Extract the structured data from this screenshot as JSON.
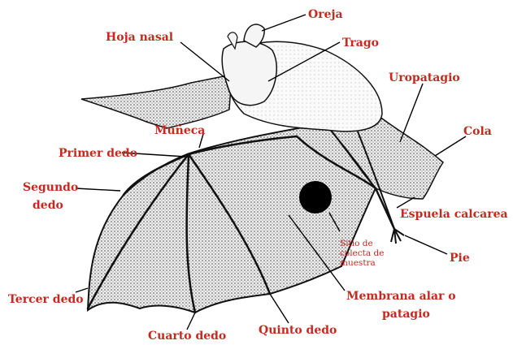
{
  "diagram": {
    "label_color": "#c8281e",
    "labels": {
      "oreja": "Oreja",
      "hoja_nasal": "Hoja nasal",
      "trago": "Trago",
      "uropatagio": "Uropatagio",
      "muneca": "Muñeca",
      "cola": "Cola",
      "primer_dedo": "Primer dedo",
      "segundo_dedo_1": "Segundo",
      "segundo_dedo_2": "dedo",
      "espuela": "Espuela calcarea",
      "pie": "Pie",
      "tercer_dedo": "Tercer dedo",
      "membrana_1": "Membrana alar o",
      "membrana_2": "patagio",
      "cuarto_dedo": "Cuarto dedo",
      "quinto_dedo": "Quinto dedo"
    },
    "sample_site": {
      "line1": "Sitio de",
      "line2": "colecta de",
      "line3": "muestra"
    }
  }
}
